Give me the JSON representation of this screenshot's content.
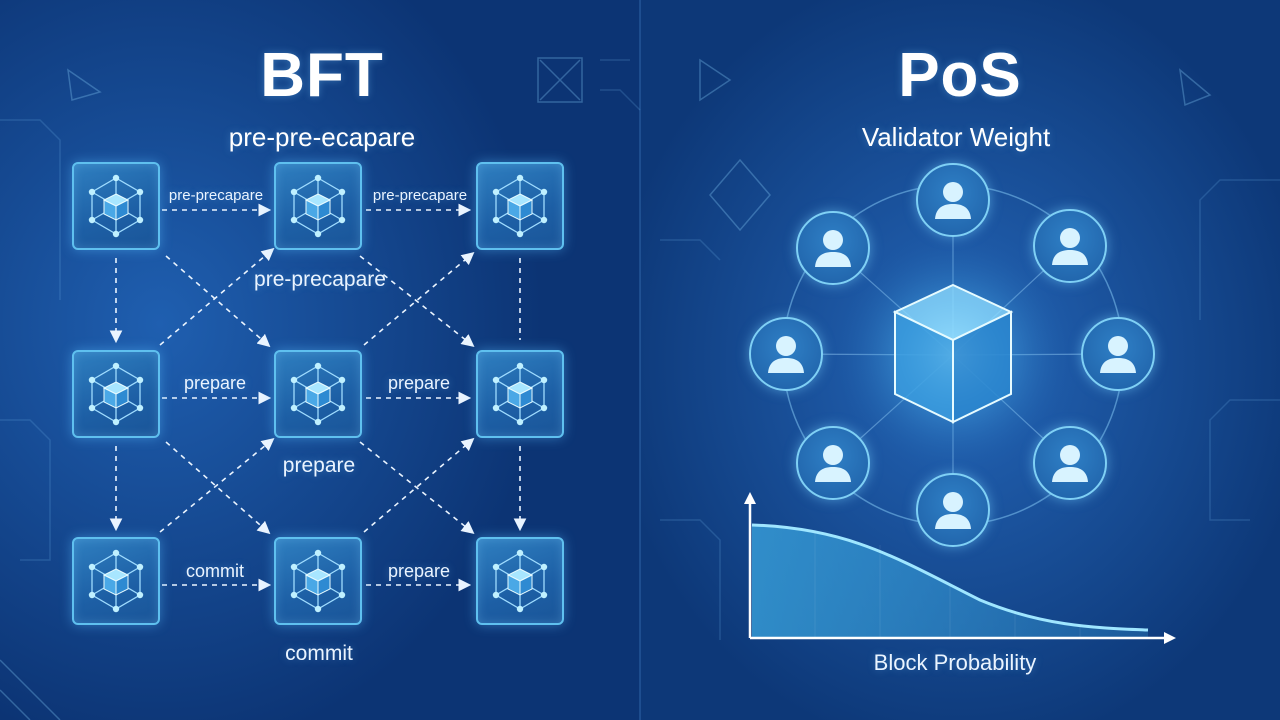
{
  "bft": {
    "title": "BFT",
    "subtitle": "pre-pre-ecapare",
    "labels": {
      "r1a": "pre-precapare",
      "r1b": "pre-precapare",
      "mid1": "pre-precapare",
      "r2a": "prepare",
      "r2b": "prepare",
      "mid2": "prepare",
      "r3a": "commit",
      "r3b": "prepare",
      "bottom": "commit"
    }
  },
  "pos": {
    "title": "PoS",
    "subtitle": "Validator Weight",
    "xlabel": "Block Probability"
  },
  "colors": {
    "background": "#0f3f86",
    "accent": "#5fc0ef",
    "glow": "#9fe6ff"
  }
}
